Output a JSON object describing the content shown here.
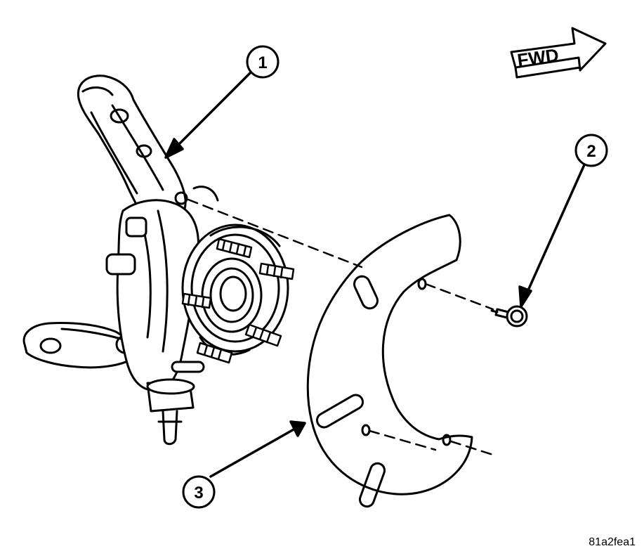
{
  "callouts": [
    {
      "label": "1"
    },
    {
      "label": "2"
    },
    {
      "label": "3"
    }
  ],
  "fwd_label": "FWD",
  "figure_code": "81a2fea1",
  "colors": {
    "ink": "#000000",
    "paper": "#ffffff"
  }
}
